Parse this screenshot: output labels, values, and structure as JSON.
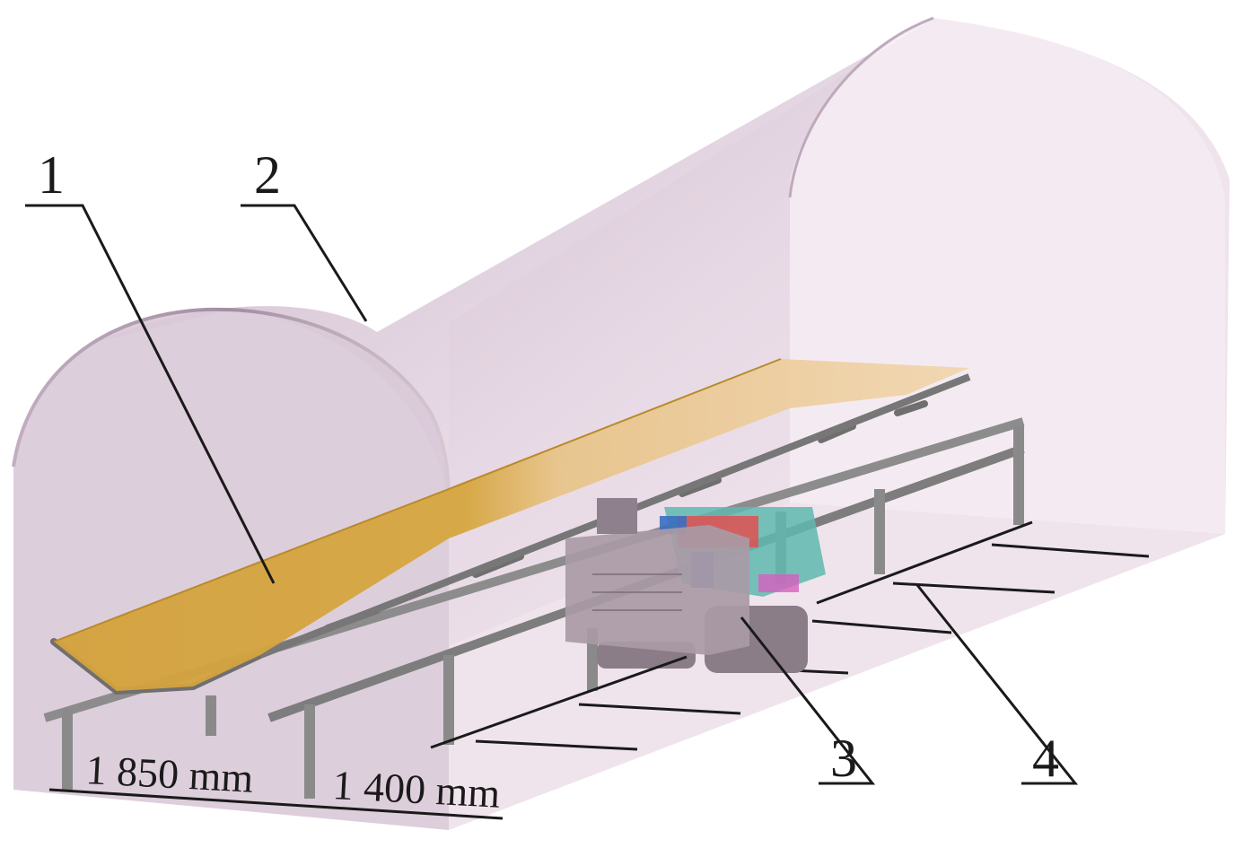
{
  "labels": {
    "belt_conveyor": "1",
    "tunnel": "2",
    "inspection_robot": "3",
    "track": "4"
  },
  "dimensions": {
    "width_left": "1 850 mm",
    "width_right": "1 400 mm"
  },
  "colors": {
    "tunnel_shell": "#d8c6d6",
    "belt_near": "#d4a23c",
    "belt_far": "#f1d6b0",
    "frame_steel": "#8c8c8c",
    "robot_body": "#a99aa6",
    "robot_red": "#e05050",
    "robot_teal": "#5fb8b0",
    "robot_blue": "#3a6fc0"
  }
}
